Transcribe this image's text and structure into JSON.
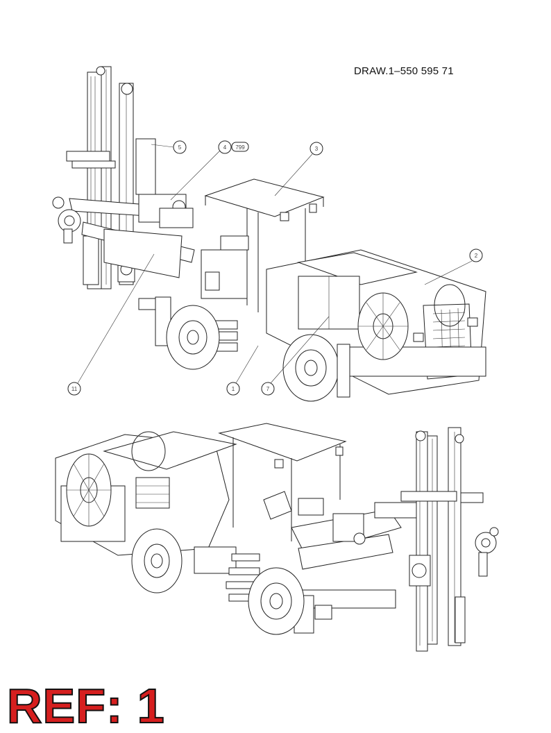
{
  "drawing_number": "DRAW.1–550 595 71",
  "ref_label": "REF: 1",
  "callouts": {
    "c1": "1",
    "c2": "2",
    "c3": "3",
    "c4": "4",
    "c4_extra": "799",
    "c5": "5",
    "c7": "7",
    "c11": "11"
  }
}
